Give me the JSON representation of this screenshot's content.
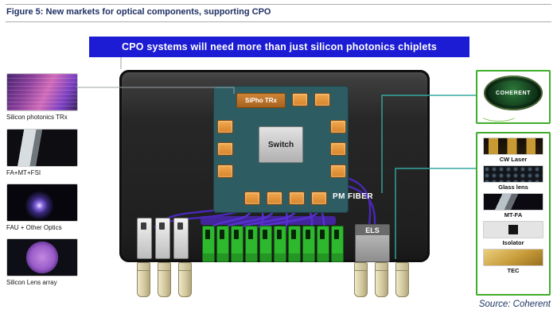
{
  "figure": {
    "caption": "Figure 5: New markets for optical components, supporting CPO"
  },
  "banner": {
    "text": "CPO systems will need more than just silicon photonics chiplets"
  },
  "left_panel": {
    "items": [
      {
        "label": "Silicon photonics TRx"
      },
      {
        "label": "FA+MT+FSI"
      },
      {
        "label": "FAU + Other Optics"
      },
      {
        "label": "Silicon Lens array"
      }
    ]
  },
  "diagram": {
    "sipho_trx_label": "SiPho TRx",
    "switch_label": "Switch",
    "pm_fiber_label": "PM FIBER",
    "els_label": "ELS"
  },
  "right_panel": {
    "spool_brand": "COHERENT",
    "components": [
      {
        "label": "CW Laser"
      },
      {
        "label": "Glass lens"
      },
      {
        "label": "MT-FA"
      },
      {
        "label": "Isolator"
      },
      {
        "label": "TEC"
      }
    ]
  },
  "source": {
    "text": "Source: Coherent"
  },
  "colors": {
    "banner_bg": "#1c1cd4",
    "caption_navy": "#1e2f63",
    "accent_green_border": "#3fae2a",
    "board_teal": "#2e5c63",
    "chip_orange": "#e0913a",
    "connector_green": "#2db82d",
    "cable_purple": "#5a31d6",
    "package_dark": "#262626"
  }
}
